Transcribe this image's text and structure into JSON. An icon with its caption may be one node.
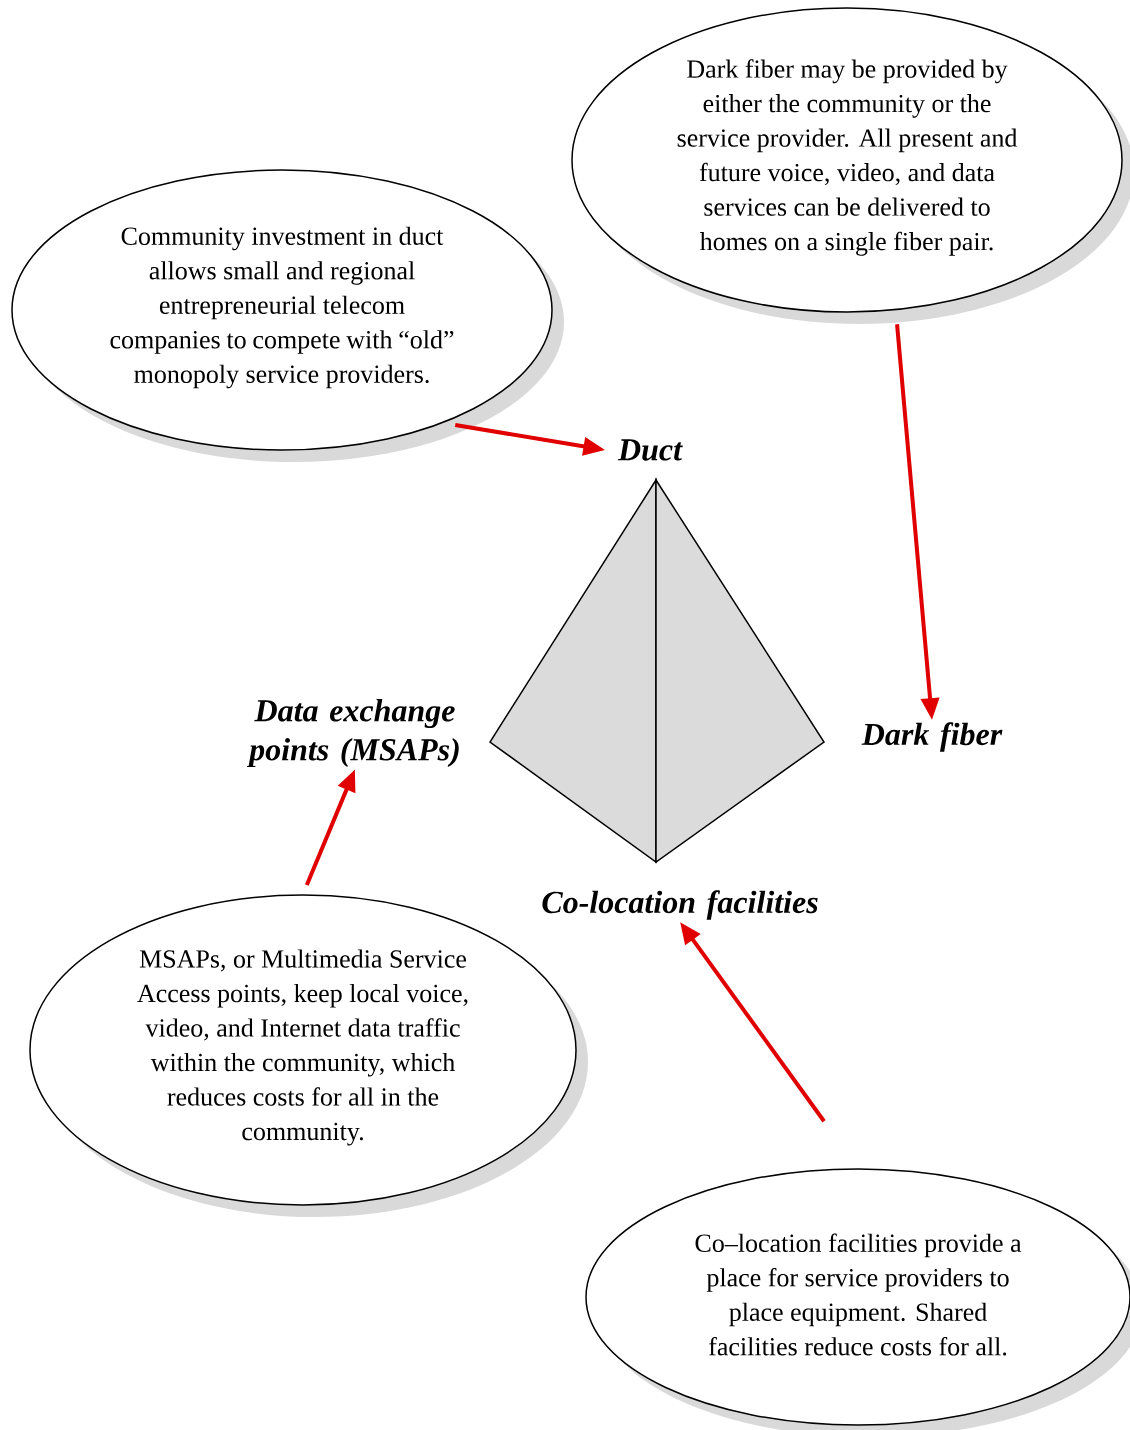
{
  "diagram": {
    "nodes": [
      {
        "text": [
          "Community investment in duct allows small and regional entrepreneurial telecom companies to compete with “old” monopoly service providers."
        ]
      },
      {
        "text": [
          "Dark fiber may be provided by either the community or the service provider.  All present and future voice, video, and data services can be delivered to homes on a single fiber pair."
        ]
      },
      {
        "text": [
          "Duct"
        ]
      },
      {
        "text": [
          "Data exchange points (MSAPs)"
        ]
      },
      {
        "text": [
          "Dark fiber"
        ]
      },
      {
        "text": [
          "Co-location facilities"
        ]
      },
      {
        "text": [
          "MSAPs, or Multimedia Service Access points, keep local voice, video, and Internet data traffic within the community, which reduces costs for all in the community."
        ]
      },
      {
        "text": [
          "Co–location facilities provide a place for service providers to place equipment.  Shared facilities reduce costs for all."
        ]
      }
    ],
    "edges": [
      {
        "from": 0,
        "to": 2,
        "arrow": "to"
      },
      {
        "from": 1,
        "to": 4,
        "arrow": "to"
      },
      {
        "from": 6,
        "to": 3,
        "arrow": "to"
      },
      {
        "from": 7,
        "to": 5,
        "arrow": "to"
      }
    ]
  }
}
